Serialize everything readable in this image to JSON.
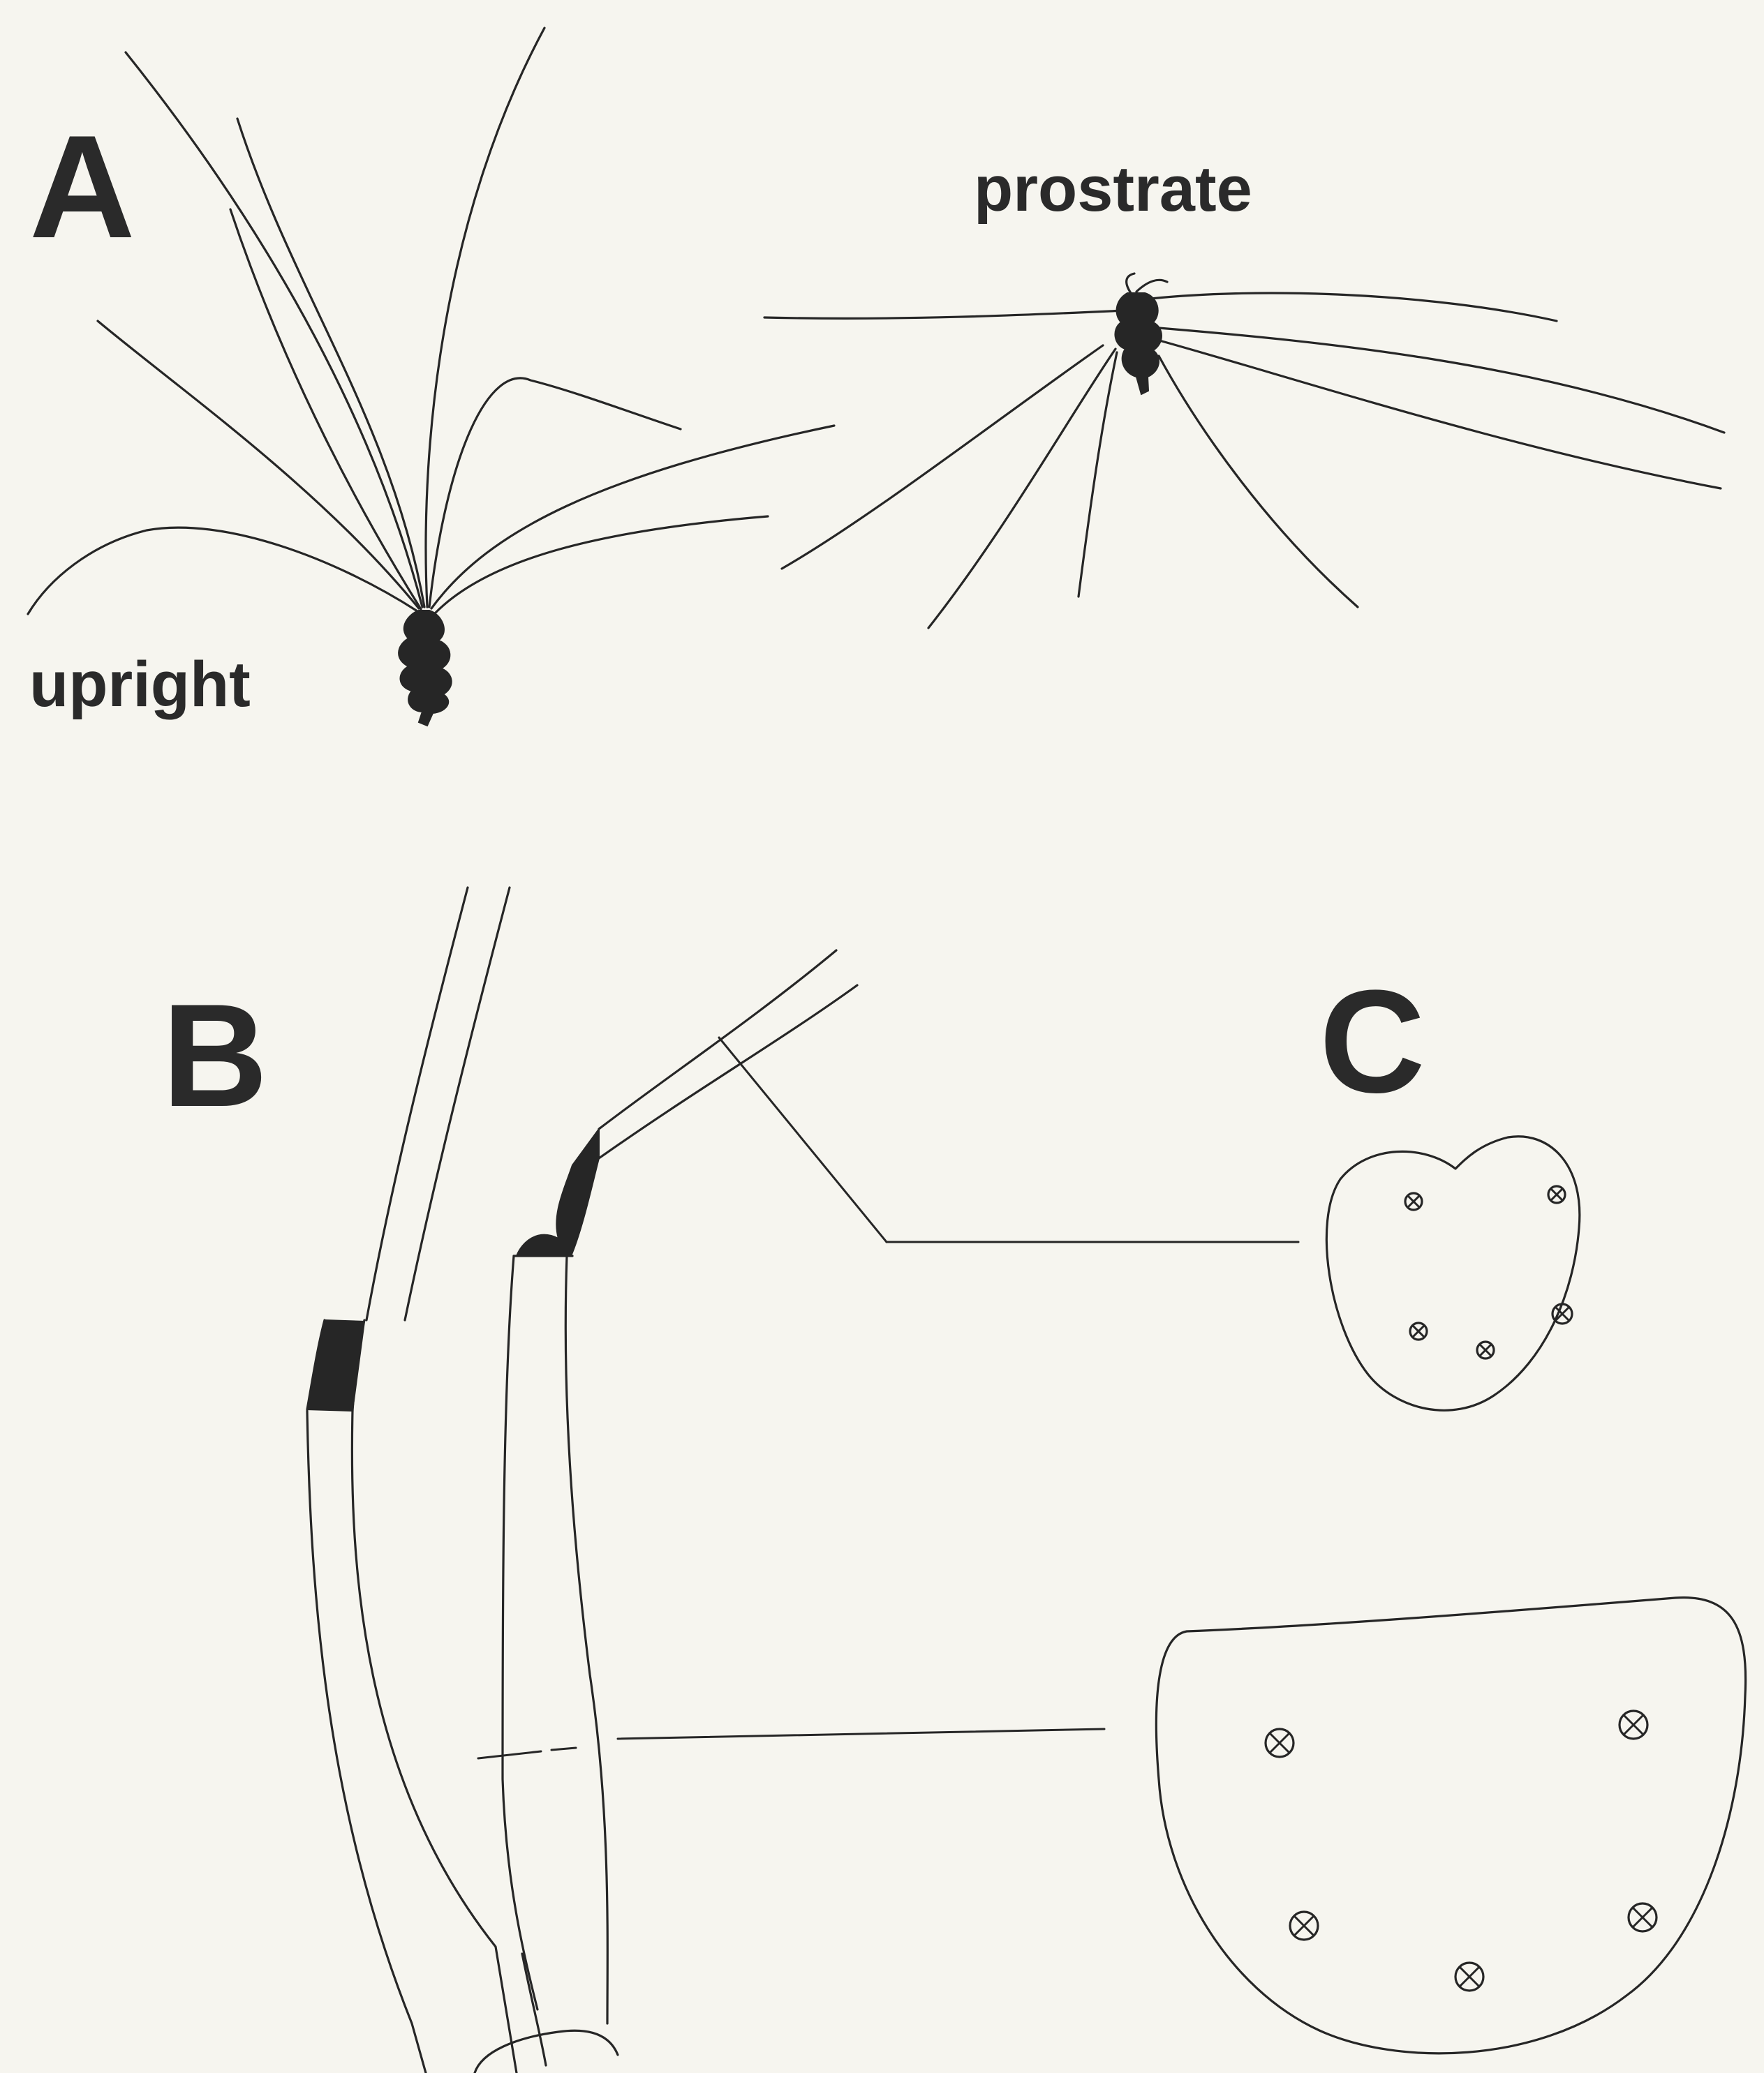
{
  "panels": {
    "a": {
      "letter": "A",
      "upright_label": "upright",
      "prostrate_label": "prostrate"
    },
    "b": {
      "letter": "B"
    },
    "c": {
      "letter": "C"
    }
  },
  "colors": {
    "background": "#f6f5ef",
    "ink": "#262626"
  }
}
